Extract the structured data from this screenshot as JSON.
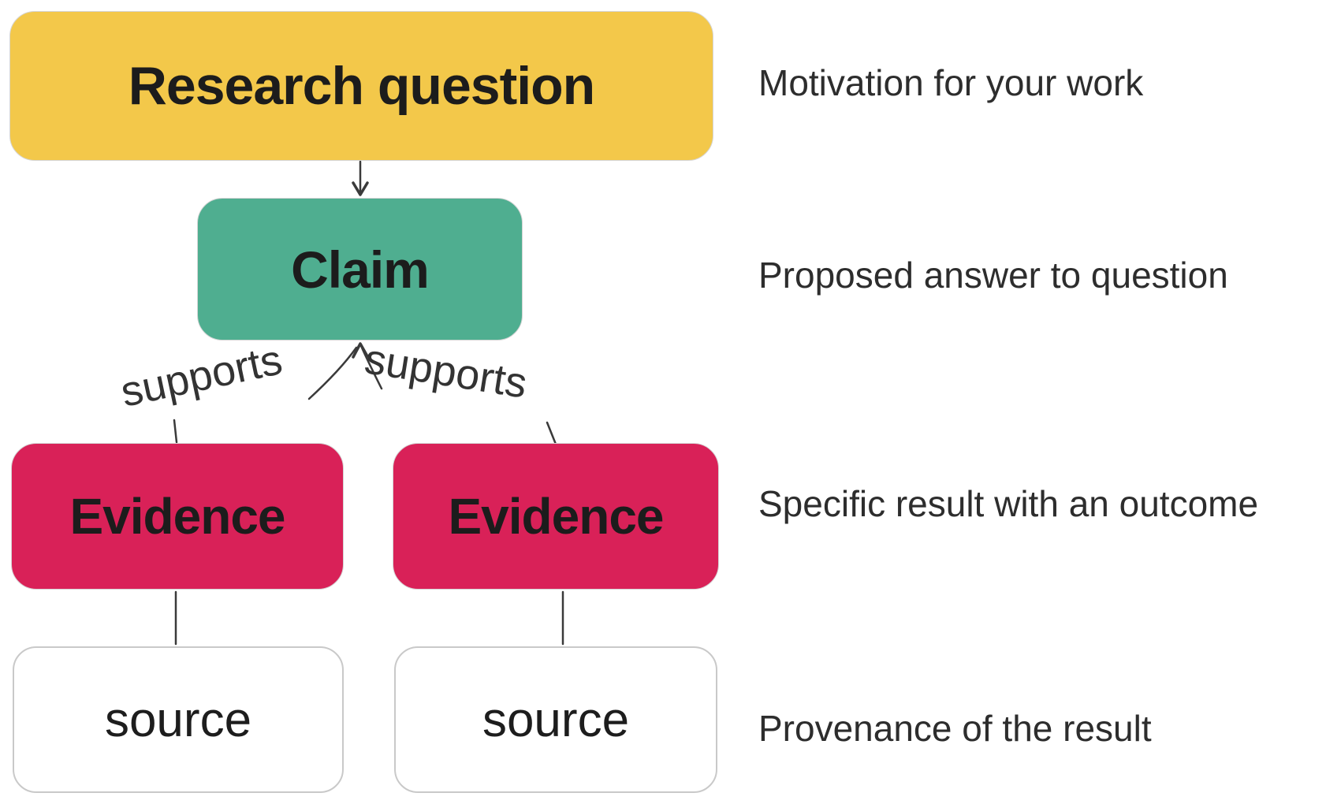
{
  "colors": {
    "background": "#ffffff",
    "research_question_fill": "#F3C84A",
    "claim_fill": "#4FAE90",
    "evidence_fill": "#D92158",
    "source_fill": "#ffffff",
    "arrow_stroke": "#3a3a3a",
    "node_text": "#1c1c1c",
    "annotation_text": "#2d2d2d"
  },
  "nodes": {
    "research_question": {
      "label": "Research question"
    },
    "claim": {
      "label": "Claim"
    },
    "evidence_left": {
      "label": "Evidence"
    },
    "evidence_right": {
      "label": "Evidence"
    },
    "source_left": {
      "label": "source"
    },
    "source_right": {
      "label": "source"
    }
  },
  "edge_labels": {
    "supports_left": "supports",
    "supports_right": "supports"
  },
  "annotations": {
    "research_question": "Motivation for your work",
    "claim": "Proposed answer to question",
    "evidence": "Specific result with an outcome",
    "source": "Provenance of the result"
  }
}
